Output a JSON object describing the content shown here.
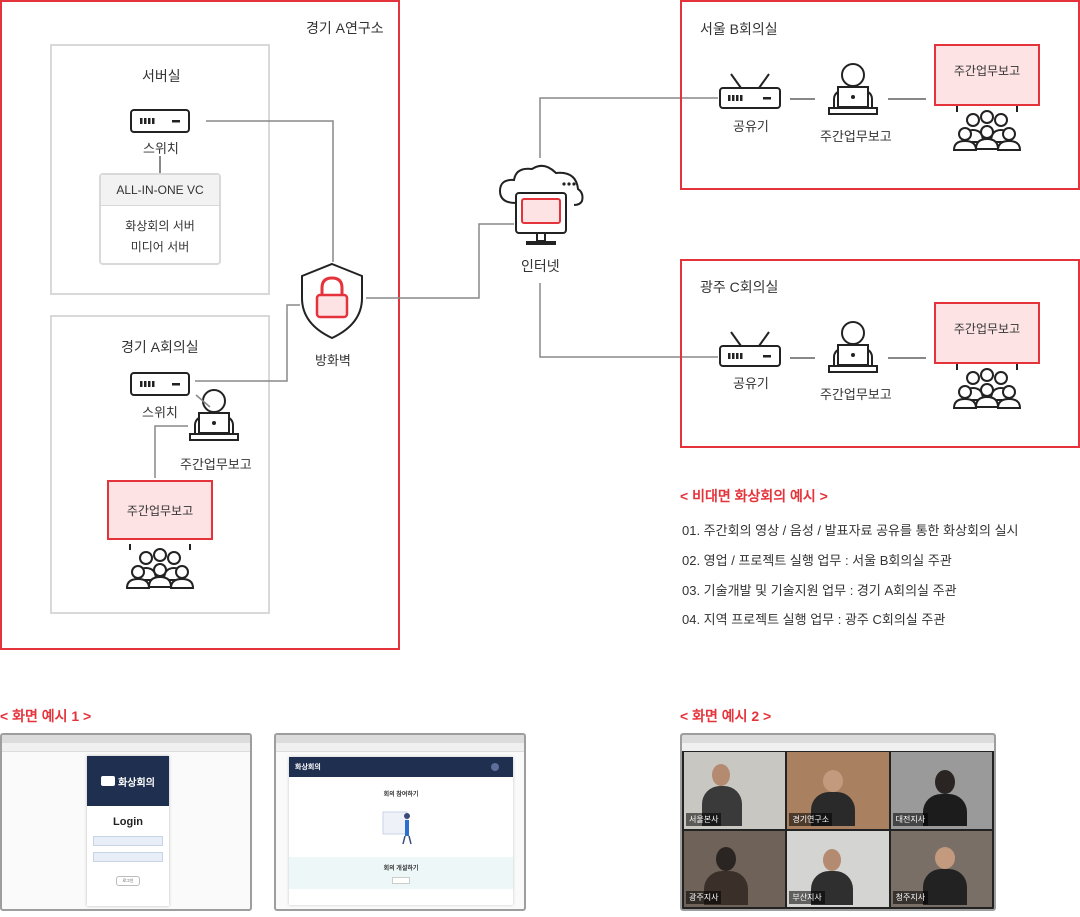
{
  "left_site": {
    "title": "경기 A연구소",
    "server_room": {
      "title": "서버실",
      "switch_label": "스위치",
      "vc_title": "ALL-IN-ONE VC",
      "vc_line1": "화상회의 서버",
      "vc_line2": "미디어 서버"
    },
    "meeting_room": {
      "title": "경기 A회의실",
      "switch_label": "스위치",
      "user_label": "주간업무보고",
      "screen_label": "주간업무보고"
    },
    "firewall_label": "방화벽"
  },
  "internet_label": "인터넷",
  "room_b": {
    "title": "서울 B회의실",
    "router_label": "공유기",
    "user_label": "주간업무보고",
    "screen_label": "주간업무보고"
  },
  "room_c": {
    "title": "광주 C회의실",
    "router_label": "공유기",
    "user_label": "주간업무보고",
    "screen_label": "주간업무보고"
  },
  "examples": {
    "heading": "< 비대면 화상회의 예시 >",
    "items": [
      "01.  주간회의 영상 / 음성 / 발표자료 공유를 통한 화상회의 실시",
      "02. 영업 / 프로젝트 실행 업무 : 서울 B회의실 주관",
      "03. 기술개발 및 기술지원 업무 : 경기 A회의실 주관",
      "04. 지역 프로젝트 실행 업무 : 광주 C회의실 주관"
    ]
  },
  "screen_example_1": {
    "heading": "< 화면 예시 1 >",
    "login_app_name": "화상회의",
    "login_title": "Login",
    "login_button": "로그인",
    "app_header": "화상회의",
    "join_title": "회의 참여하기",
    "open_title": "회의 개설하기"
  },
  "screen_example_2": {
    "heading": "< 화면 예시 2 >",
    "participants": [
      "서울본사",
      "경기연구소",
      "대전지사",
      "광주지사",
      "부산지사",
      "청주지사"
    ]
  },
  "colors": {
    "accent": "#e5333b",
    "screen_fill": "#fde3e4",
    "gray_border": "#d9d9d9",
    "dark_navy": "#1f2f4f"
  }
}
